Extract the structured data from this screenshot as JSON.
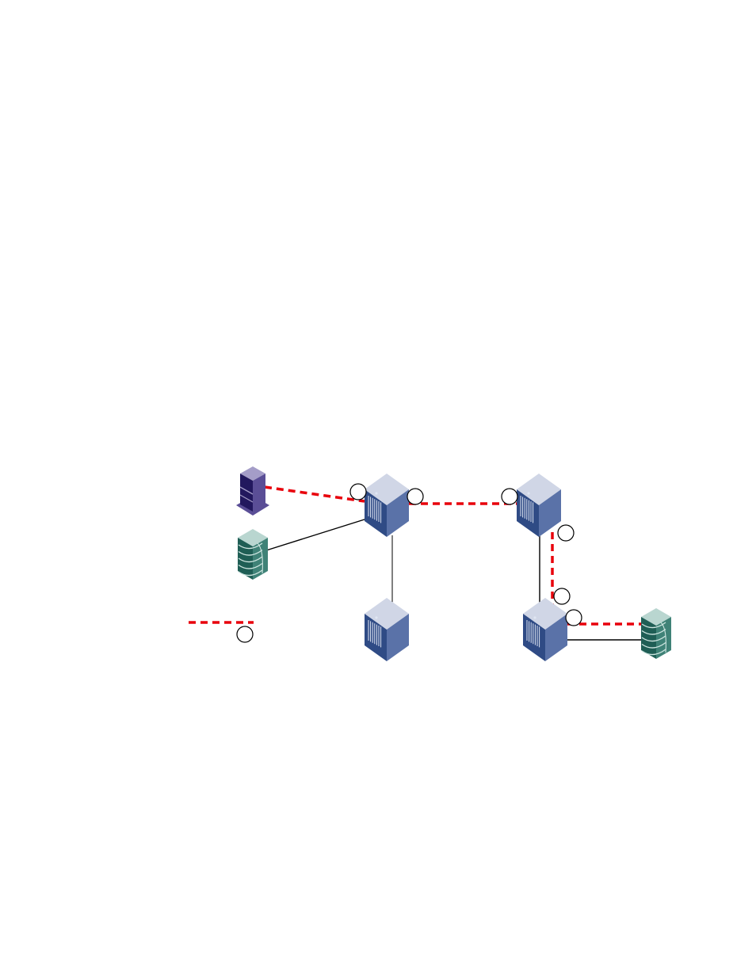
{
  "diagram": {
    "nodes": [
      {
        "id": "host",
        "kind": "server-host"
      },
      {
        "id": "storage-left",
        "kind": "storage-array"
      },
      {
        "id": "switch-a",
        "kind": "switch"
      },
      {
        "id": "switch-b",
        "kind": "switch"
      },
      {
        "id": "switch-c",
        "kind": "switch"
      },
      {
        "id": "switch-d",
        "kind": "switch"
      },
      {
        "id": "storage-right",
        "kind": "storage-array"
      }
    ],
    "links": [
      {
        "from": "storage-left",
        "to": "switch-a",
        "style": "solid"
      },
      {
        "from": "switch-a",
        "to": "switch-c",
        "style": "solid"
      },
      {
        "from": "switch-b",
        "to": "switch-d",
        "style": "solid"
      },
      {
        "from": "switch-d",
        "to": "storage-right",
        "style": "solid"
      },
      {
        "from": "host",
        "to": "switch-a",
        "style": "path"
      },
      {
        "from": "switch-a",
        "to": "switch-b",
        "style": "path"
      },
      {
        "from": "switch-b",
        "to": "switch-d",
        "style": "path"
      },
      {
        "from": "switch-d",
        "to": "storage-right",
        "style": "path"
      }
    ],
    "legend": {
      "line_style": "path"
    },
    "callouts": [
      "",
      "",
      "",
      "",
      "",
      "",
      ""
    ],
    "colors": {
      "path": "#e8000b",
      "solid": "#000000",
      "switch_top": "#d0d6e6",
      "switch_left": "#2f4b85",
      "switch_right": "#5a72a8",
      "host_top": "#a49dc8",
      "host_left": "#22185e",
      "host_right": "#5a4e96",
      "storage_top": "#b9d6d0",
      "storage_left": "#1f5e55",
      "storage_right": "#3f8277"
    }
  }
}
